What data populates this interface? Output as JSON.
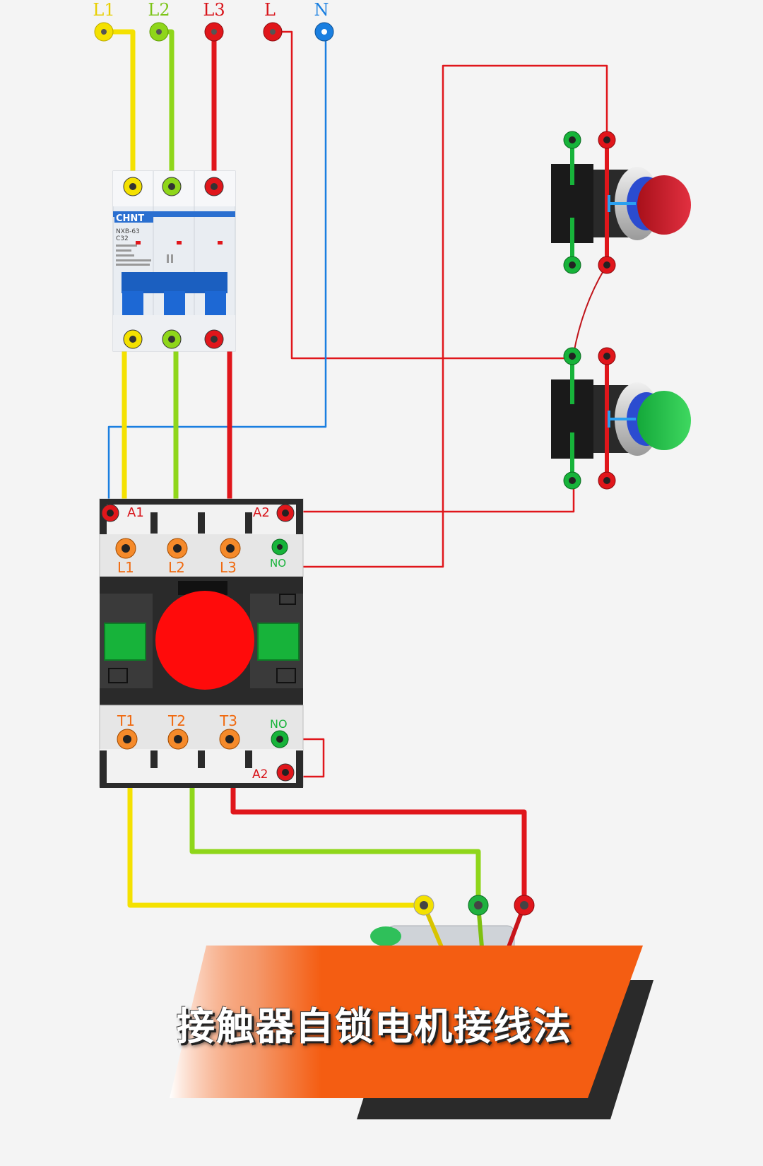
{
  "supply_terminals": [
    "L1",
    "L2",
    "L3",
    "L",
    "N"
  ],
  "breaker": {
    "brand": "CHNT",
    "model": "NXB-63",
    "rating": "C32"
  },
  "contactor": {
    "coil_top_left": "A1",
    "coil_top_right": "A2",
    "input_terminals": [
      "L1",
      "L2",
      "L3"
    ],
    "aux_top": "NO",
    "output_terminals": [
      "T1",
      "T2",
      "T3"
    ],
    "aux_bottom_no": "NO",
    "aux_bottom_a2": "A2"
  },
  "banner": {
    "title": "接触器自锁电机接线法"
  },
  "colors": {
    "phase_l1": "#f4e100",
    "phase_l2": "#8fd61a",
    "phase_l3": "#e0161b",
    "neutral": "#1a7fe0",
    "banner_orange": "#f45d12"
  }
}
